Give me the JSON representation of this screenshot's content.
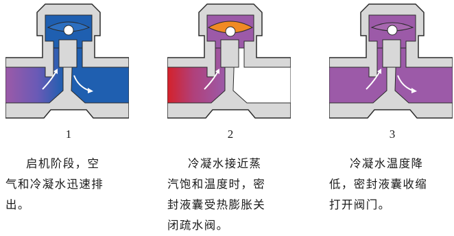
{
  "colors": {
    "body_grey": "#d8d8d8",
    "outline": "#2a2a2a",
    "water_blue": "#1f5fb0",
    "condensate_purple": "#9c5aa8",
    "steam_red": "#d4212a",
    "capsule_orange": "#f08a24",
    "capsule_blue": "#2d6fc0",
    "capsule_purple": "#a868b0"
  },
  "panels": [
    {
      "number": "1",
      "icon": "valve-startup-open",
      "caption_lines": [
        "启机阶段，空",
        "气和冷凝水迅速排",
        "出。"
      ]
    },
    {
      "number": "2",
      "icon": "valve-closed-steam",
      "caption_lines": [
        "冷凝水接近蒸",
        "汽饱和温度时，密",
        "封液囊受热膨胀关",
        "闭疏水阀。"
      ]
    },
    {
      "number": "3",
      "icon": "valve-reopen",
      "caption_lines": [
        "冷凝水温度降",
        "低，密封液囊收缩",
        "打开阀门。"
      ]
    }
  ]
}
